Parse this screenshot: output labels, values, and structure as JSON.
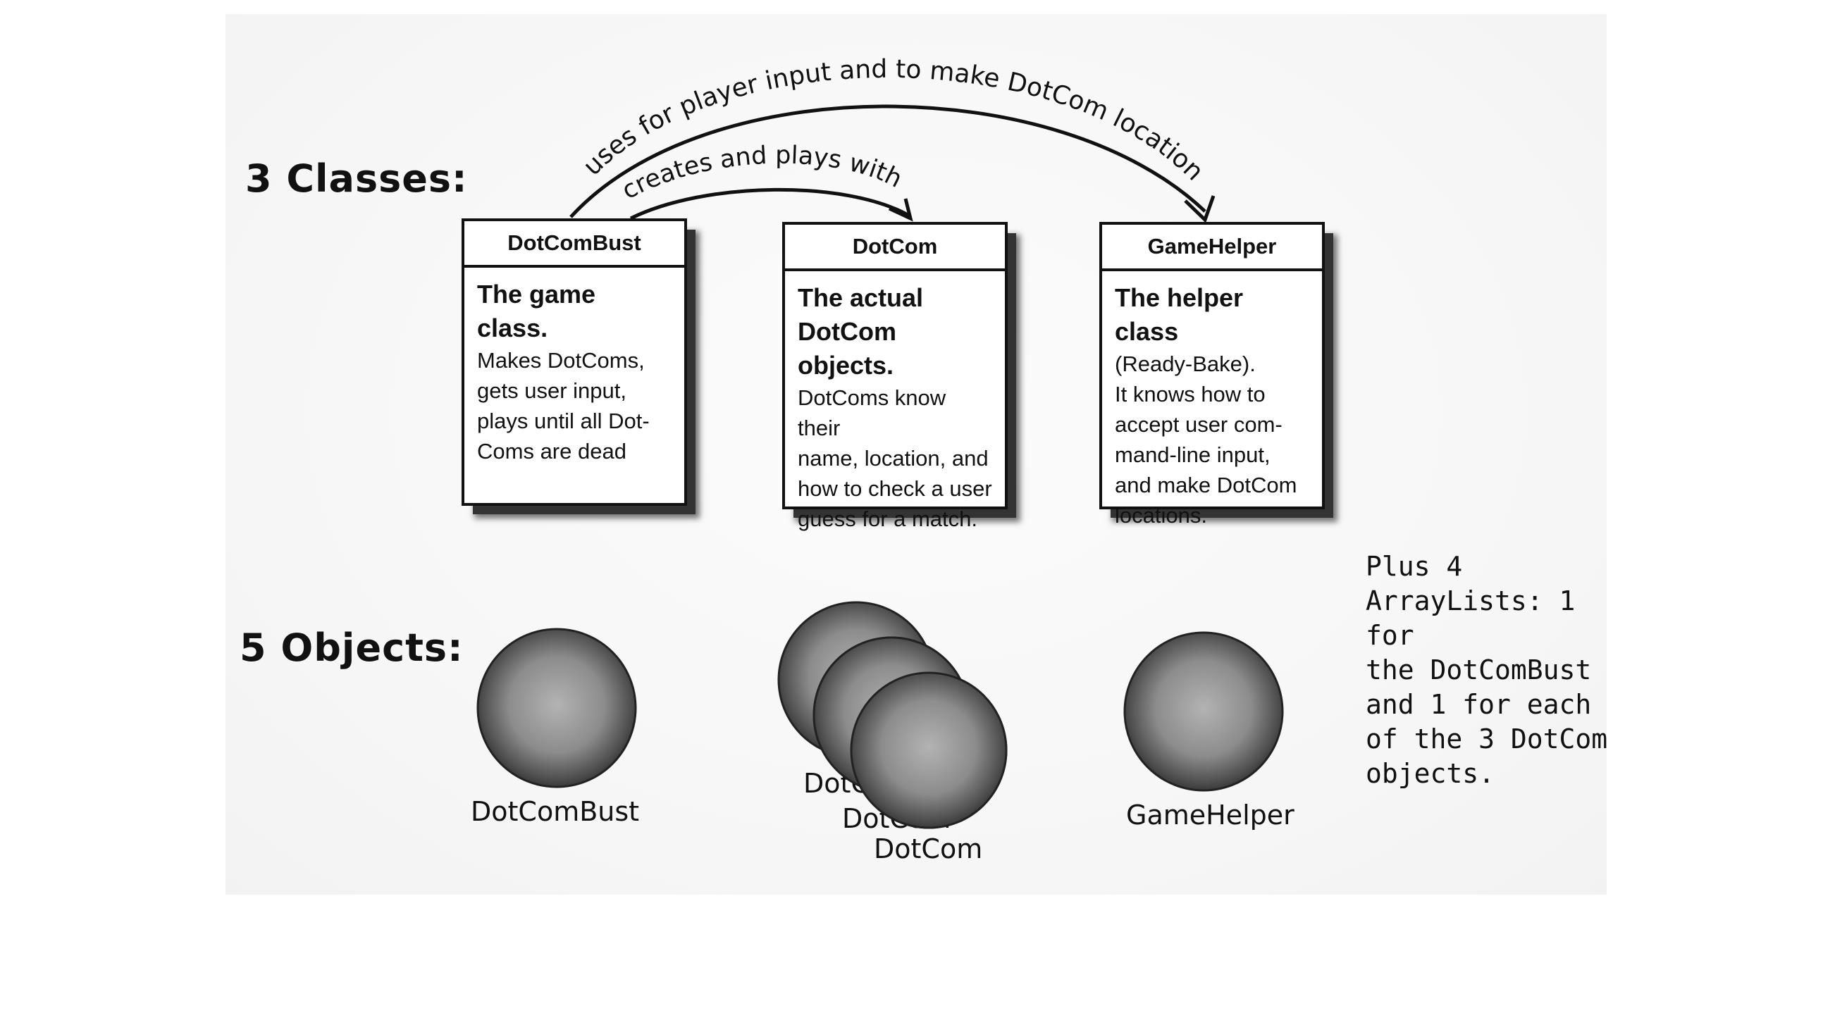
{
  "headings": {
    "classes": "3 Classes:",
    "objects": "5 Objects:"
  },
  "arrows": {
    "outer": "uses for player input and to make DotCom locations",
    "inner": "creates and plays with"
  },
  "classes": [
    {
      "title": "DotComBust",
      "lead": "The game class.",
      "text": "Makes DotComs,\ngets  user input,\nplays until all Dot-\nComs are dead"
    },
    {
      "title": "DotCom",
      "lead": "The actual\nDotCom objects.",
      "text": "DotComs know their\nname, location, and\nhow to check a user\nguess for a match."
    },
    {
      "title": "GameHelper",
      "lead": "The helper class",
      "text": "(Ready-Bake).\nIt knows how to\naccept user com-\nmand-line input,\nand make DotCom\nlocations."
    }
  ],
  "objects": {
    "dotcombust": "DotComBust",
    "dotcom_back": "DotCom",
    "dotcom_middle": "DotCom",
    "dotcom_front": "DotCom",
    "gamehelper": "GameHelper"
  },
  "note": "Plus 4\nArrayLists: 1 for\nthe DotComBust\nand 1 for each\nof the 3 DotCom\nobjects.",
  "colors": {
    "ink": "#111111",
    "sphere_light": "#a8a8a8",
    "sphere_dark": "#3a3a3a"
  }
}
